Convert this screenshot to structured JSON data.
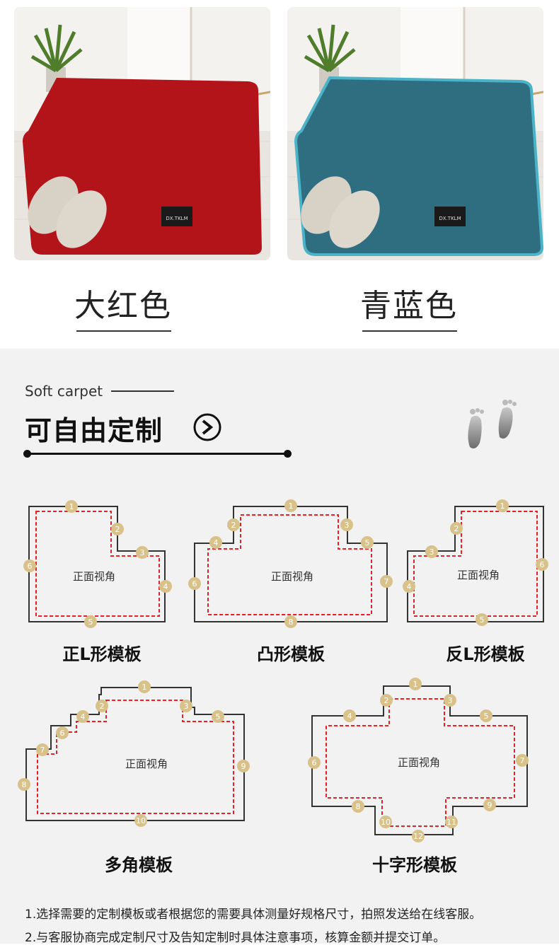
{
  "products": [
    {
      "label": "大红色",
      "mat_color": "#b3141a"
    },
    {
      "label": "青蓝色",
      "mat_color": "#2f6e80"
    }
  ],
  "mat_tag_text": "DX.TKLM",
  "section": {
    "subtitle": "Soft carpet",
    "title": "可自由定制",
    "arrow_icon": "circle-arrow-right-icon",
    "decor_icon": "footprints-icon"
  },
  "templates": [
    {
      "name": "正L形模板",
      "view_label": "正面视角",
      "markers": [
        "1",
        "2",
        "3",
        "4",
        "5",
        "6"
      ]
    },
    {
      "name": "凸形模板",
      "view_label": "正面视角",
      "markers": [
        "1",
        "2",
        "3",
        "4",
        "5",
        "6",
        "7",
        "8"
      ]
    },
    {
      "name": "反L形模板",
      "view_label": "正面视角",
      "markers": [
        "1",
        "2",
        "3",
        "4",
        "5",
        "6"
      ]
    },
    {
      "name": "多角模板",
      "view_label": "正面视角",
      "markers": [
        "1",
        "2",
        "3",
        "4",
        "5",
        "6",
        "7",
        "8",
        "9",
        "10"
      ]
    },
    {
      "name": "十字形模板",
      "view_label": "正面视角",
      "markers": [
        "1",
        "2",
        "3",
        "4",
        "5",
        "6",
        "7",
        "8",
        "9",
        "10",
        "11",
        "12"
      ]
    }
  ],
  "notes": [
    "1.选择需要的定制模板或者根据您的需要具体测量好规格尺寸，拍照发送给在线客服。",
    "2.与客服协商完成定制尺寸及告知定制时具体注意事项，核算金额并提交订单。"
  ],
  "style": {
    "marker_color": "#d9c28a",
    "dash_color": "#e0242b",
    "outline_color": "#333333"
  }
}
